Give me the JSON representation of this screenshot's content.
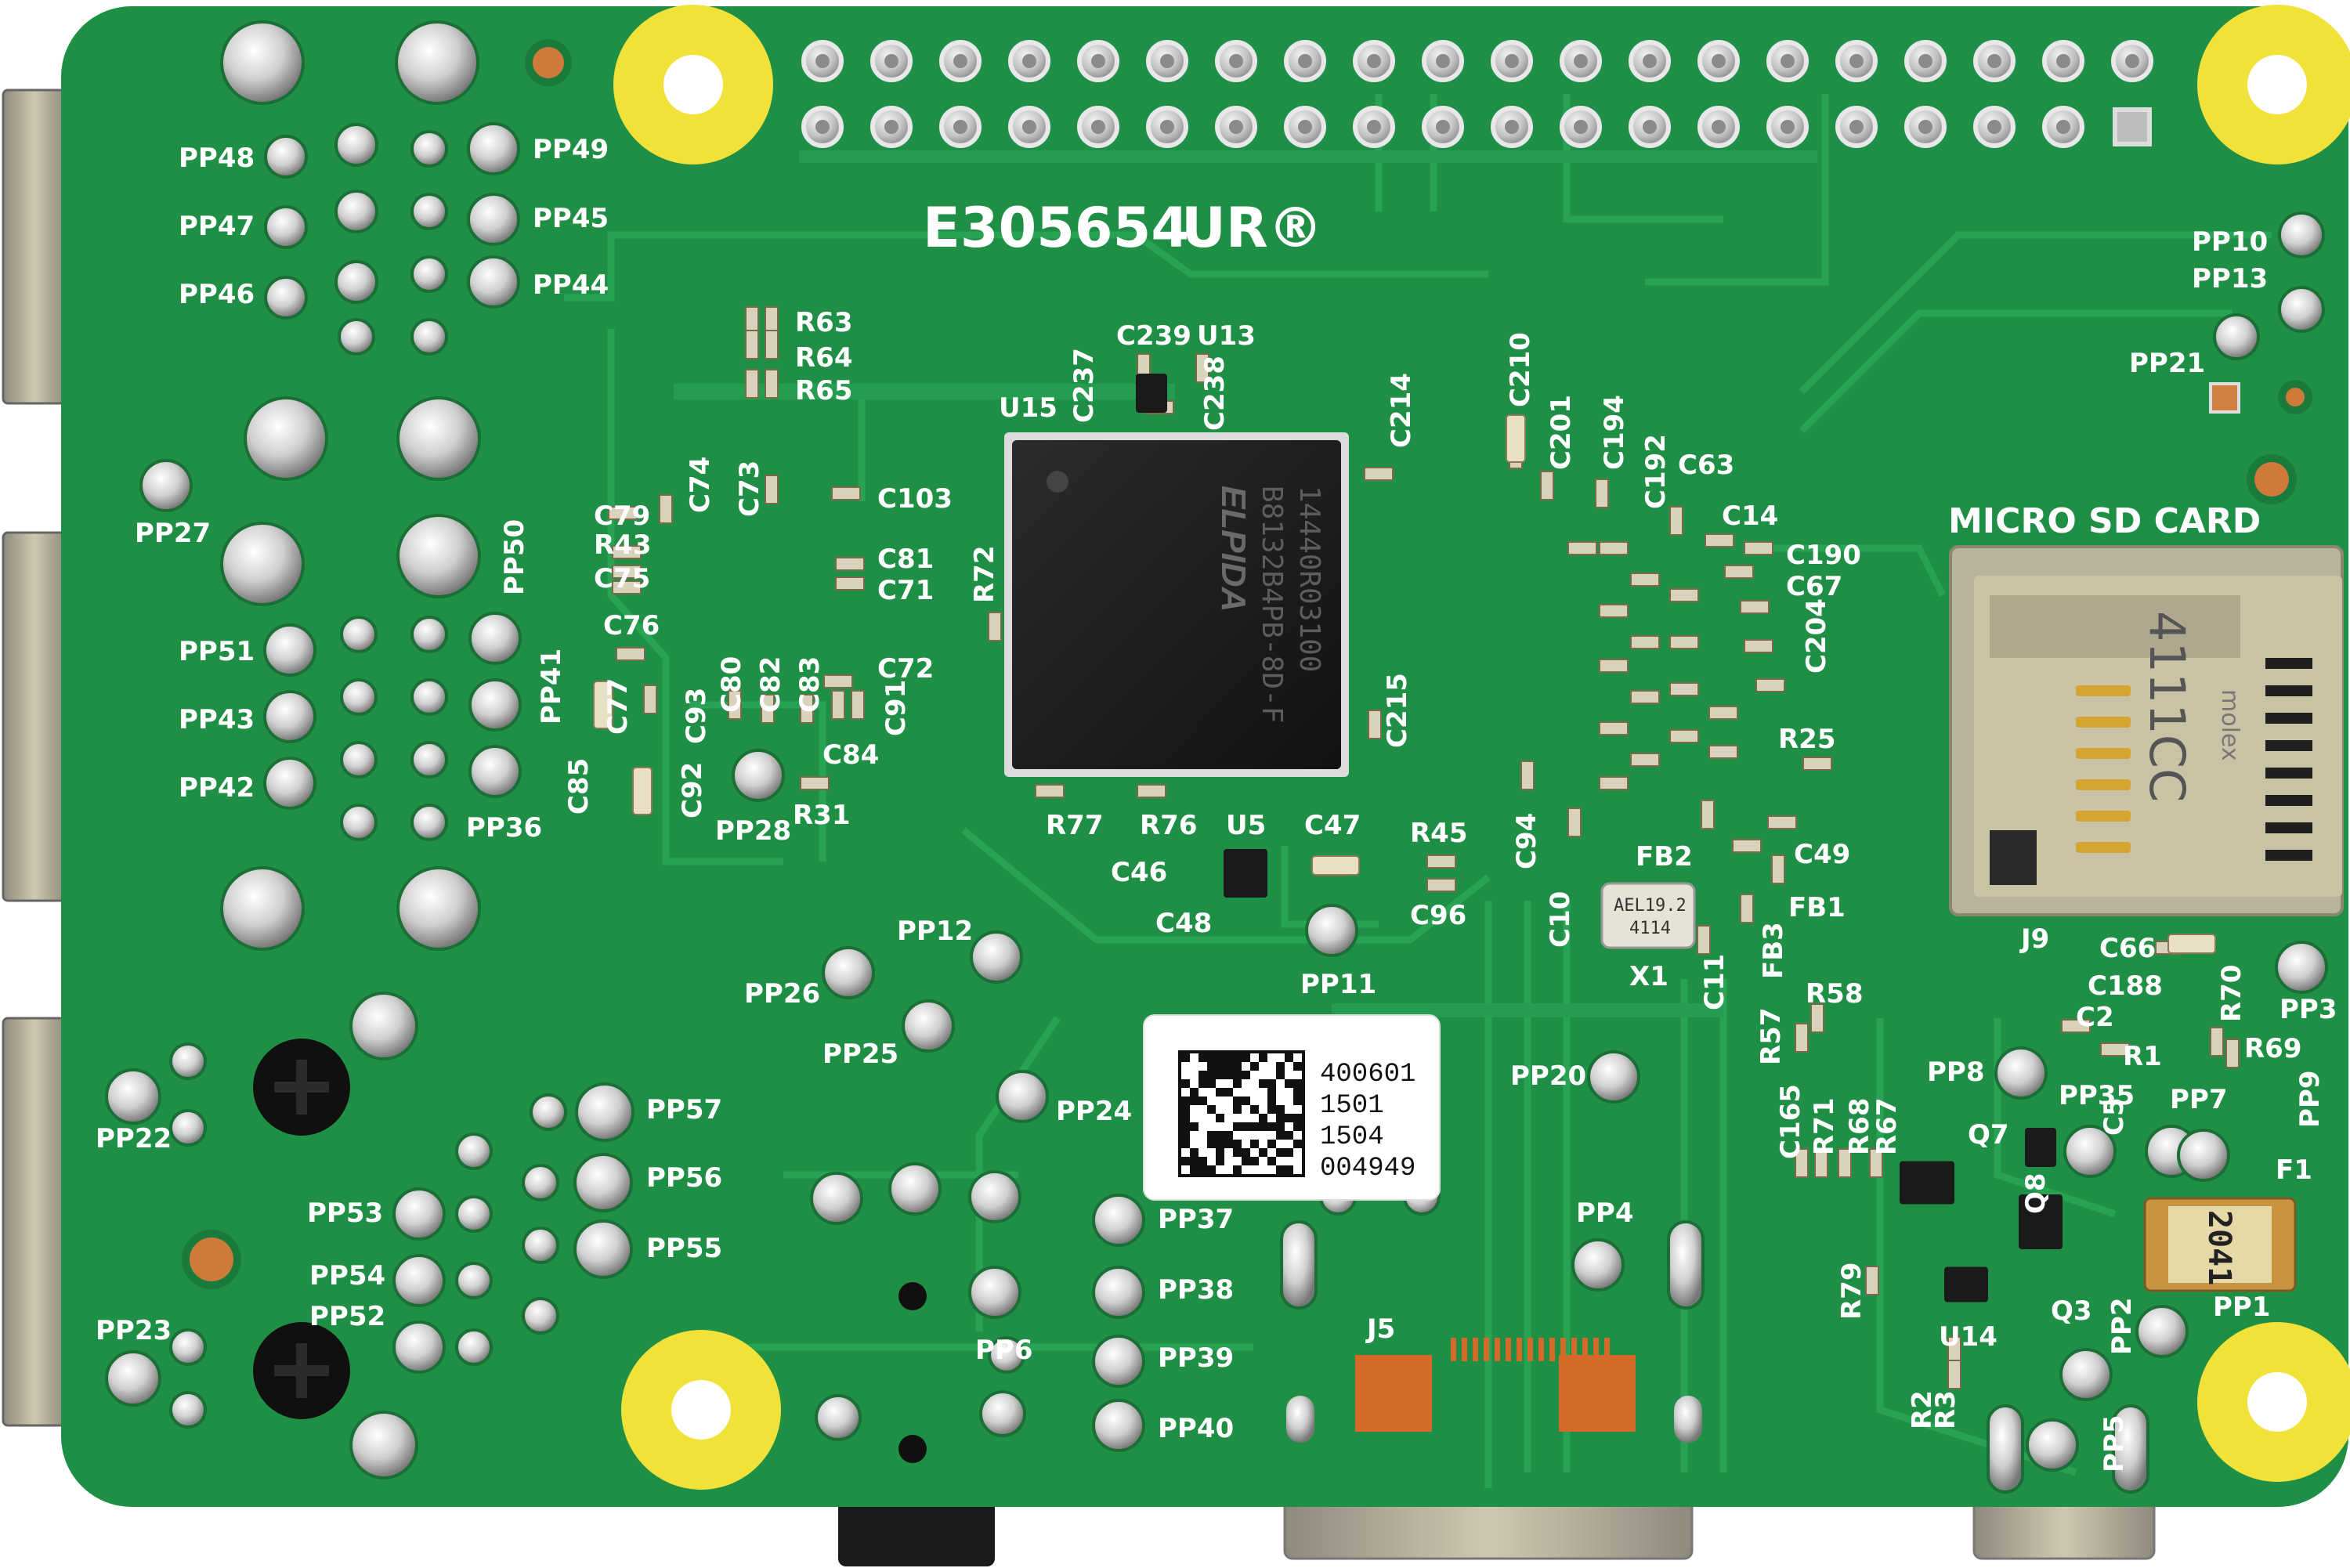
{
  "board": {
    "colors": {
      "pcb": "#1f8f45",
      "pcb_dark": "#187a3a",
      "trace": "#2aa656",
      "silk": "#ffffff",
      "pad": "#c9c9c9",
      "gold": "#d9a441",
      "mount_ring": "#f1e23a",
      "chip": "#1c1c1c"
    },
    "cert_number": "E305654",
    "cert_mark": "UR®",
    "chip_marking": {
      "brand": "ELPIDA",
      "line1": "B8132B4PB-8D-F",
      "line2": "14440R03100"
    },
    "sdcard_label": "MICRO SD CARD",
    "sdcard_codes": [
      "4111CC",
      "molex"
    ],
    "crystal_marking": [
      "AEL19.2",
      "4114"
    ],
    "barcode_sticker": {
      "lines": [
        "400601",
        "1501",
        "1504",
        "004949"
      ]
    },
    "fuse_marking": "2041",
    "labels": [
      {
        "text": "PP48"
      },
      {
        "text": "PP47"
      },
      {
        "text": "PP46"
      },
      {
        "text": "PP49"
      },
      {
        "text": "PP45"
      },
      {
        "text": "PP44"
      },
      {
        "text": "PP27"
      },
      {
        "text": "PP50"
      },
      {
        "text": "PP51"
      },
      {
        "text": "PP43"
      },
      {
        "text": "PP42"
      },
      {
        "text": "PP41"
      },
      {
        "text": "PP36"
      },
      {
        "text": "PP22"
      },
      {
        "text": "PP53"
      },
      {
        "text": "PP54"
      },
      {
        "text": "PP52"
      },
      {
        "text": "PP23"
      },
      {
        "text": "PP57"
      },
      {
        "text": "PP56"
      },
      {
        "text": "PP55"
      },
      {
        "text": "PP26"
      },
      {
        "text": "PP12"
      },
      {
        "text": "PP25"
      },
      {
        "text": "PP24"
      },
      {
        "text": "PP6"
      },
      {
        "text": "PP37"
      },
      {
        "text": "PP38"
      },
      {
        "text": "PP39"
      },
      {
        "text": "PP40"
      },
      {
        "text": "PP28"
      },
      {
        "text": "PP11"
      },
      {
        "text": "PP20"
      },
      {
        "text": "PP4"
      },
      {
        "text": "J5"
      },
      {
        "text": "PP10"
      },
      {
        "text": "PP13"
      },
      {
        "text": "PP21"
      },
      {
        "text": "J9"
      },
      {
        "text": "PP3"
      },
      {
        "text": "PP8"
      },
      {
        "text": "PP35"
      },
      {
        "text": "PP7"
      },
      {
        "text": "PP9"
      },
      {
        "text": "R69"
      },
      {
        "text": "F1"
      },
      {
        "text": "PP1"
      },
      {
        "text": "PP2"
      },
      {
        "text": "PP5"
      },
      {
        "text": "U14"
      },
      {
        "text": "Q3"
      },
      {
        "text": "Q8"
      },
      {
        "text": "Q7"
      },
      {
        "text": "R2"
      },
      {
        "text": "R3"
      },
      {
        "text": "R79"
      },
      {
        "text": "C165"
      },
      {
        "text": "R71"
      },
      {
        "text": "R68"
      },
      {
        "text": "R67"
      },
      {
        "text": "R57"
      },
      {
        "text": "R58"
      },
      {
        "text": "C2"
      },
      {
        "text": "R1"
      },
      {
        "text": "C5"
      },
      {
        "text": "C66"
      },
      {
        "text": "C188"
      },
      {
        "text": "R70"
      },
      {
        "text": "R63"
      },
      {
        "text": "R64"
      },
      {
        "text": "R65"
      },
      {
        "text": "C239"
      },
      {
        "text": "U13"
      },
      {
        "text": "U15"
      },
      {
        "text": "C237"
      },
      {
        "text": "C238"
      },
      {
        "text": "C214"
      },
      {
        "text": "C210"
      },
      {
        "text": "C201"
      },
      {
        "text": "C194"
      },
      {
        "text": "C192"
      },
      {
        "text": "C63"
      },
      {
        "text": "C14"
      },
      {
        "text": "C190"
      },
      {
        "text": "C67"
      },
      {
        "text": "C204"
      },
      {
        "text": "R25"
      },
      {
        "text": "C49"
      },
      {
        "text": "FB1"
      },
      {
        "text": "FB3"
      },
      {
        "text": "C11"
      },
      {
        "text": "X1"
      },
      {
        "text": "C10"
      },
      {
        "text": "FB2"
      },
      {
        "text": "C94"
      },
      {
        "text": "C215"
      },
      {
        "text": "R77"
      },
      {
        "text": "R76"
      },
      {
        "text": "U5"
      },
      {
        "text": "C47"
      },
      {
        "text": "R45"
      },
      {
        "text": "C46"
      },
      {
        "text": "C48"
      },
      {
        "text": "C96"
      },
      {
        "text": "R72"
      },
      {
        "text": "C103"
      },
      {
        "text": "C81"
      },
      {
        "text": "C71"
      },
      {
        "text": "C72"
      },
      {
        "text": "C91"
      },
      {
        "text": "C84"
      },
      {
        "text": "R31"
      },
      {
        "text": "C79"
      },
      {
        "text": "R43"
      },
      {
        "text": "C75"
      },
      {
        "text": "C74"
      },
      {
        "text": "C73"
      },
      {
        "text": "C76"
      },
      {
        "text": "C77"
      },
      {
        "text": "C93"
      },
      {
        "text": "C80"
      },
      {
        "text": "C82"
      },
      {
        "text": "C83"
      },
      {
        "text": "C85"
      },
      {
        "text": "C92"
      }
    ]
  }
}
